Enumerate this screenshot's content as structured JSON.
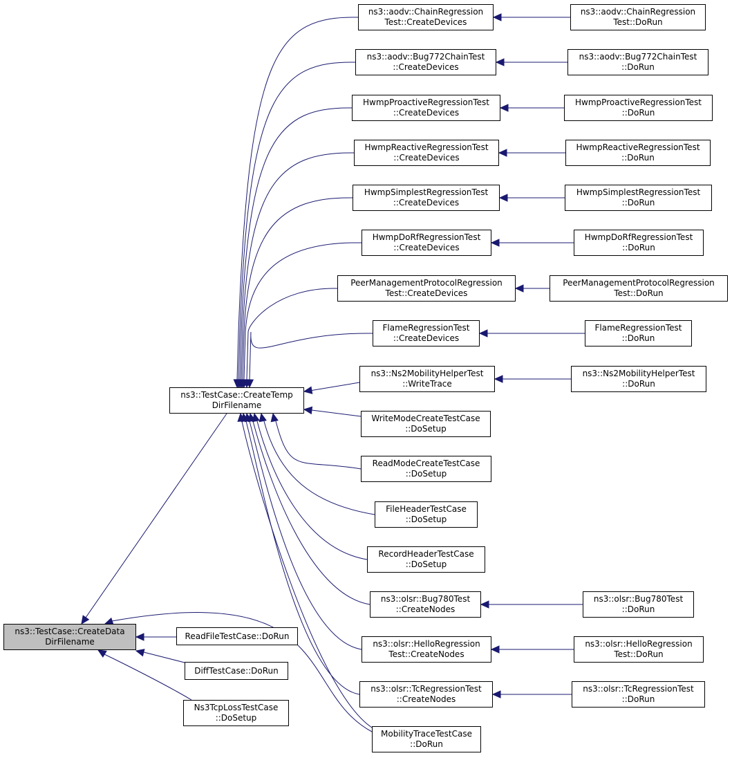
{
  "edge_color": "#191970",
  "focus_fill": "#bfbfbf",
  "nodes": {
    "focus": {
      "lines": [
        "ns3::TestCase::CreateData",
        "DirFilename"
      ]
    },
    "temp": {
      "lines": [
        "ns3::TestCase::CreateTemp",
        "DirFilename"
      ]
    },
    "readfile": {
      "lines": [
        "ReadFileTestCase::DoRun"
      ]
    },
    "diff": {
      "lines": [
        "DiffTestCase::DoRun"
      ]
    },
    "ns3tcp": {
      "lines": [
        "Ns3TcpLossTestCase",
        "::DoSetup"
      ]
    },
    "mobtrace": {
      "lines": [
        "MobilityTraceTestCase",
        "::DoRun"
      ]
    },
    "aodv_chain_cd": {
      "lines": [
        "ns3::aodv::ChainRegression",
        "Test::CreateDevices"
      ]
    },
    "aodv_bug_cd": {
      "lines": [
        "ns3::aodv::Bug772ChainTest",
        "::CreateDevices"
      ]
    },
    "hwmp_pro_cd": {
      "lines": [
        "HwmpProactiveRegressionTest",
        "::CreateDevices"
      ]
    },
    "hwmp_rea_cd": {
      "lines": [
        "HwmpReactiveRegressionTest",
        "::CreateDevices"
      ]
    },
    "hwmp_sim_cd": {
      "lines": [
        "HwmpSimplestRegressionTest",
        "::CreateDevices"
      ]
    },
    "hwmp_dorf_cd": {
      "lines": [
        "HwmpDoRfRegressionTest",
        "::CreateDevices"
      ]
    },
    "peer_cd": {
      "lines": [
        "PeerManagementProtocolRegression",
        "Test::CreateDevices"
      ]
    },
    "flame_cd": {
      "lines": [
        "FlameRegressionTest",
        "::CreateDevices"
      ]
    },
    "ns2_wt": {
      "lines": [
        "ns3::Ns2MobilityHelperTest",
        "::WriteTrace"
      ]
    },
    "writemode": {
      "lines": [
        "WriteModeCreateTestCase",
        "::DoSetup"
      ]
    },
    "readmode": {
      "lines": [
        "ReadModeCreateTestCase",
        "::DoSetup"
      ]
    },
    "fileheader": {
      "lines": [
        "FileHeaderTestCase",
        "::DoSetup"
      ]
    },
    "recordheader": {
      "lines": [
        "RecordHeaderTestCase",
        "::DoSetup"
      ]
    },
    "olsr_bug_cn": {
      "lines": [
        "ns3::olsr::Bug780Test",
        "::CreateNodes"
      ]
    },
    "olsr_hello_cn": {
      "lines": [
        "ns3::olsr::HelloRegression",
        "Test::CreateNodes"
      ]
    },
    "olsr_tc_cn": {
      "lines": [
        "ns3::olsr::TcRegressionTest",
        "::CreateNodes"
      ]
    },
    "aodv_chain_run": {
      "lines": [
        "ns3::aodv::ChainRegression",
        "Test::DoRun"
      ]
    },
    "aodv_bug_run": {
      "lines": [
        "ns3::aodv::Bug772ChainTest",
        "::DoRun"
      ]
    },
    "hwmp_pro_run": {
      "lines": [
        "HwmpProactiveRegressionTest",
        "::DoRun"
      ]
    },
    "hwmp_rea_run": {
      "lines": [
        "HwmpReactiveRegressionTest",
        "::DoRun"
      ]
    },
    "hwmp_sim_run": {
      "lines": [
        "HwmpSimplestRegressionTest",
        "::DoRun"
      ]
    },
    "hwmp_dorf_run": {
      "lines": [
        "HwmpDoRfRegressionTest",
        "::DoRun"
      ]
    },
    "peer_run": {
      "lines": [
        "PeerManagementProtocolRegression",
        "Test::DoRun"
      ]
    },
    "flame_run": {
      "lines": [
        "FlameRegressionTest",
        "::DoRun"
      ]
    },
    "ns2_run": {
      "lines": [
        "ns3::Ns2MobilityHelperTest",
        "::DoRun"
      ]
    },
    "olsr_bug_run": {
      "lines": [
        "ns3::olsr::Bug780Test",
        "::DoRun"
      ]
    },
    "olsr_hello_run": {
      "lines": [
        "ns3::olsr::HelloRegression",
        "Test::DoRun"
      ]
    },
    "olsr_tc_run": {
      "lines": [
        "ns3::olsr::TcRegressionTest",
        "::DoRun"
      ]
    }
  },
  "edges": [
    {
      "from": "temp",
      "to": "focus"
    },
    {
      "from": "readfile",
      "to": "focus"
    },
    {
      "from": "diff",
      "to": "focus"
    },
    {
      "from": "ns3tcp",
      "to": "focus"
    },
    {
      "from": "mobtrace",
      "to": "focus"
    },
    {
      "from": "aodv_chain_cd",
      "to": "temp"
    },
    {
      "from": "aodv_bug_cd",
      "to": "temp"
    },
    {
      "from": "hwmp_pro_cd",
      "to": "temp"
    },
    {
      "from": "hwmp_rea_cd",
      "to": "temp"
    },
    {
      "from": "hwmp_sim_cd",
      "to": "temp"
    },
    {
      "from": "hwmp_dorf_cd",
      "to": "temp"
    },
    {
      "from": "peer_cd",
      "to": "temp"
    },
    {
      "from": "flame_cd",
      "to": "temp"
    },
    {
      "from": "ns2_wt",
      "to": "temp"
    },
    {
      "from": "writemode",
      "to": "temp"
    },
    {
      "from": "readmode",
      "to": "temp"
    },
    {
      "from": "fileheader",
      "to": "temp"
    },
    {
      "from": "recordheader",
      "to": "temp"
    },
    {
      "from": "olsr_bug_cn",
      "to": "temp"
    },
    {
      "from": "olsr_hello_cn",
      "to": "temp"
    },
    {
      "from": "olsr_tc_cn",
      "to": "temp"
    },
    {
      "from": "mobtrace",
      "to": "temp"
    },
    {
      "from": "aodv_chain_run",
      "to": "aodv_chain_cd"
    },
    {
      "from": "aodv_bug_run",
      "to": "aodv_bug_cd"
    },
    {
      "from": "hwmp_pro_run",
      "to": "hwmp_pro_cd"
    },
    {
      "from": "hwmp_rea_run",
      "to": "hwmp_rea_cd"
    },
    {
      "from": "hwmp_sim_run",
      "to": "hwmp_sim_cd"
    },
    {
      "from": "hwmp_dorf_run",
      "to": "hwmp_dorf_cd"
    },
    {
      "from": "peer_run",
      "to": "peer_cd"
    },
    {
      "from": "flame_run",
      "to": "flame_cd"
    },
    {
      "from": "ns2_run",
      "to": "ns2_wt"
    },
    {
      "from": "olsr_bug_run",
      "to": "olsr_bug_cn"
    },
    {
      "from": "olsr_hello_run",
      "to": "olsr_hello_cn"
    },
    {
      "from": "olsr_tc_run",
      "to": "olsr_tc_cn"
    }
  ]
}
